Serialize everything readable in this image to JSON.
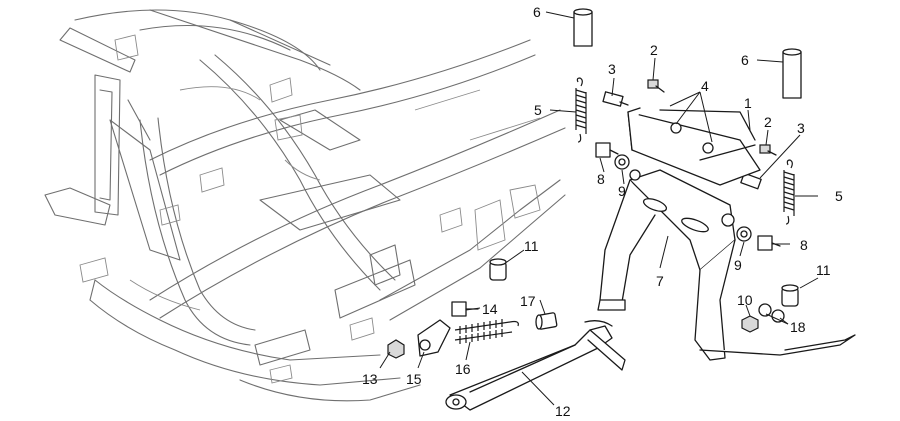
{
  "callouts": [
    {
      "id": "c6a",
      "text": "6"
    },
    {
      "id": "c2a",
      "text": "2"
    },
    {
      "id": "c6b",
      "text": "6"
    },
    {
      "id": "c3a",
      "text": "3"
    },
    {
      "id": "c4",
      "text": "4"
    },
    {
      "id": "c5a",
      "text": "5"
    },
    {
      "id": "c1",
      "text": "1"
    },
    {
      "id": "c2b",
      "text": "2"
    },
    {
      "id": "c3b",
      "text": "3"
    },
    {
      "id": "c8a",
      "text": "8"
    },
    {
      "id": "c9a",
      "text": "9"
    },
    {
      "id": "c5b",
      "text": "5"
    },
    {
      "id": "c11a",
      "text": "11"
    },
    {
      "id": "c7",
      "text": "7"
    },
    {
      "id": "c9b",
      "text": "9"
    },
    {
      "id": "c8b",
      "text": "8"
    },
    {
      "id": "c11b",
      "text": "11"
    },
    {
      "id": "c14",
      "text": "14"
    },
    {
      "id": "c17",
      "text": "17"
    },
    {
      "id": "c10",
      "text": "10"
    },
    {
      "id": "c18",
      "text": "18"
    },
    {
      "id": "c13",
      "text": "13"
    },
    {
      "id": "c15",
      "text": "15"
    },
    {
      "id": "c16",
      "text": "16"
    },
    {
      "id": "c12",
      "text": "12"
    }
  ]
}
